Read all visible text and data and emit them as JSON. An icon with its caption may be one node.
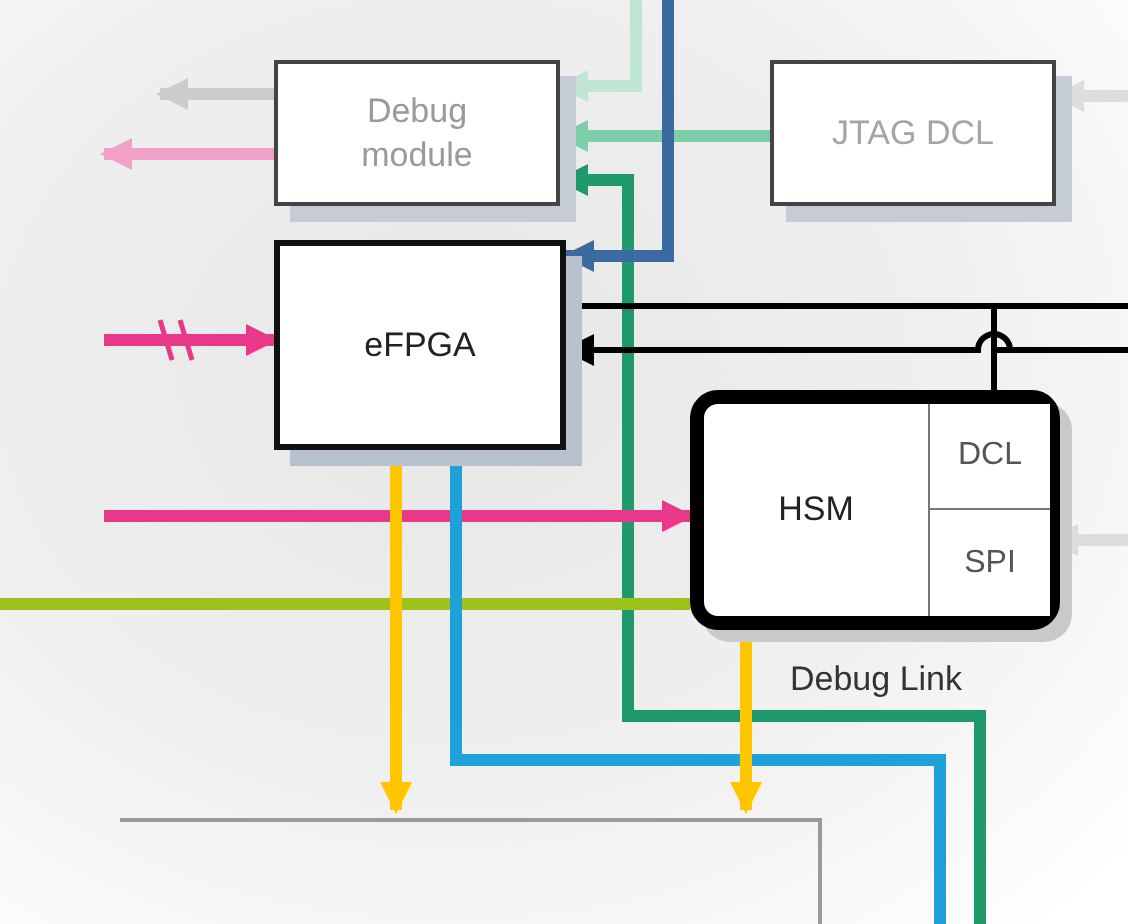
{
  "diagram": {
    "nodes": [
      {
        "text": [
          "Debug module"
        ]
      },
      {
        "text": [
          "JTAG DCL"
        ]
      },
      {
        "text": [
          "eFPGA"
        ]
      },
      {
        "text": [
          "HSM"
        ]
      },
      {
        "text": [
          "DCL"
        ],
        "in": 3
      },
      {
        "text": [
          "SPI"
        ],
        "in": 3
      }
    ],
    "edges": [
      {
        "from": 0,
        "to": null,
        "arrow": "to",
        "color": "#cccccc"
      },
      {
        "from": 0,
        "to": null,
        "arrow": "to",
        "color": "#f2a0c8"
      },
      {
        "from": null,
        "to": 0,
        "arrow": "to",
        "color": "#bfe6d2"
      },
      {
        "from": 1,
        "to": 0,
        "arrow": "to",
        "color": "#7ccfa8"
      },
      {
        "from": null,
        "to": 0,
        "arrow": "to",
        "color": "#1e9a6a"
      },
      {
        "from": null,
        "to": 2,
        "arrow": "to",
        "color": "#3a6aa0"
      },
      {
        "from": 3,
        "to": 2,
        "arrow": "none"
      },
      {
        "from": 2,
        "to": null,
        "arrow": "none"
      },
      {
        "from": null,
        "to": 2,
        "arrow": "to"
      },
      {
        "from": null,
        "to": 2,
        "arrow": "to",
        "color": "#e8388a"
      },
      {
        "from": null,
        "to": 3,
        "arrow": "to",
        "color": "#e8388a"
      },
      {
        "from": null,
        "to": 3,
        "arrow": "none",
        "color": "#9dc31a"
      },
      {
        "from": 2,
        "to": null,
        "arrow": "to",
        "color": "#ffc600"
      },
      {
        "from": 2,
        "to": null,
        "arrow": "none",
        "color": "#1ea0d8"
      },
      {
        "from": 3,
        "to": null,
        "arrow": "to",
        "color": "#ffc600"
      },
      {
        "from": null,
        "to": 5,
        "arrow": "to",
        "color": "#dddddd"
      },
      {
        "from": null,
        "to": 1,
        "arrow": "to",
        "color": "#dddddd"
      }
    ],
    "labels": [
      "Debug Link"
    ]
  }
}
